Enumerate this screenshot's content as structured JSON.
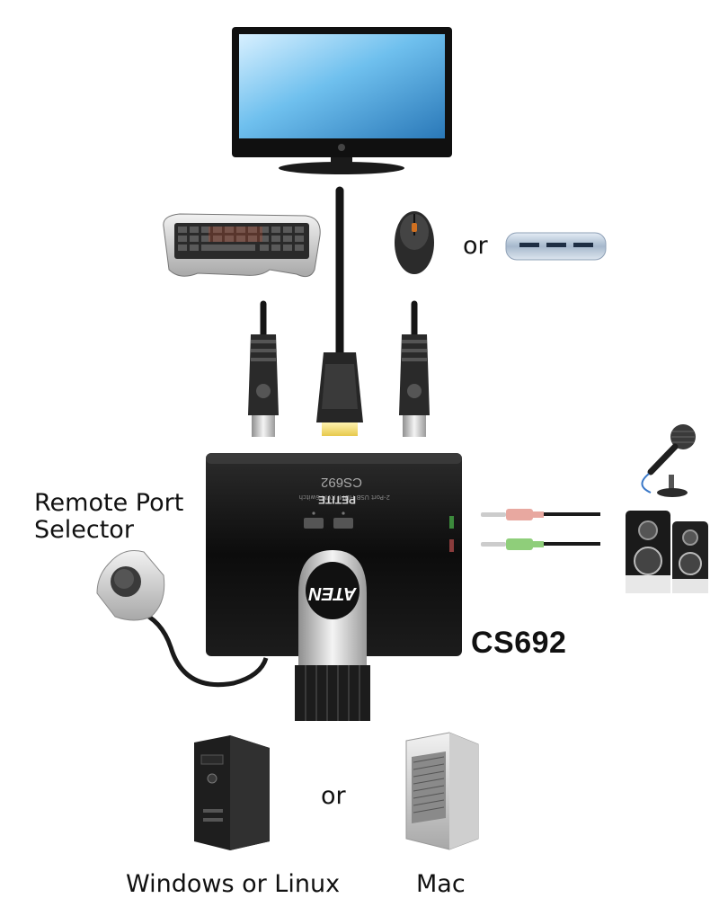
{
  "labels": {
    "remote_line1": "Remote Port",
    "remote_line2": "Selector",
    "or_top": "or",
    "or_bottom": "or",
    "model": "CS692",
    "windows_linux": "Windows or Linux",
    "mac": "Mac"
  },
  "device_text": {
    "top_model": "CS692",
    "top_subtitle": "2-Port USB HDMI KVM Switch",
    "petite": "PETITE",
    "brand": "ATEN"
  },
  "colors": {
    "screen": "#5fb3e6",
    "device_body": "#141414",
    "mic_jack": "#e8a8a0",
    "speaker_jack": "#8fce7a",
    "cable": "#1a1a1a"
  },
  "icons": [
    "monitor-icon",
    "keyboard-icon",
    "mouse-icon",
    "usb-hub-icon",
    "usb-plug-icon",
    "hdmi-plug-icon",
    "kvm-switch-icon",
    "microphone-icon",
    "speakers-icon",
    "remote-selector-icon",
    "pc-tower-icon",
    "mac-pro-icon"
  ]
}
